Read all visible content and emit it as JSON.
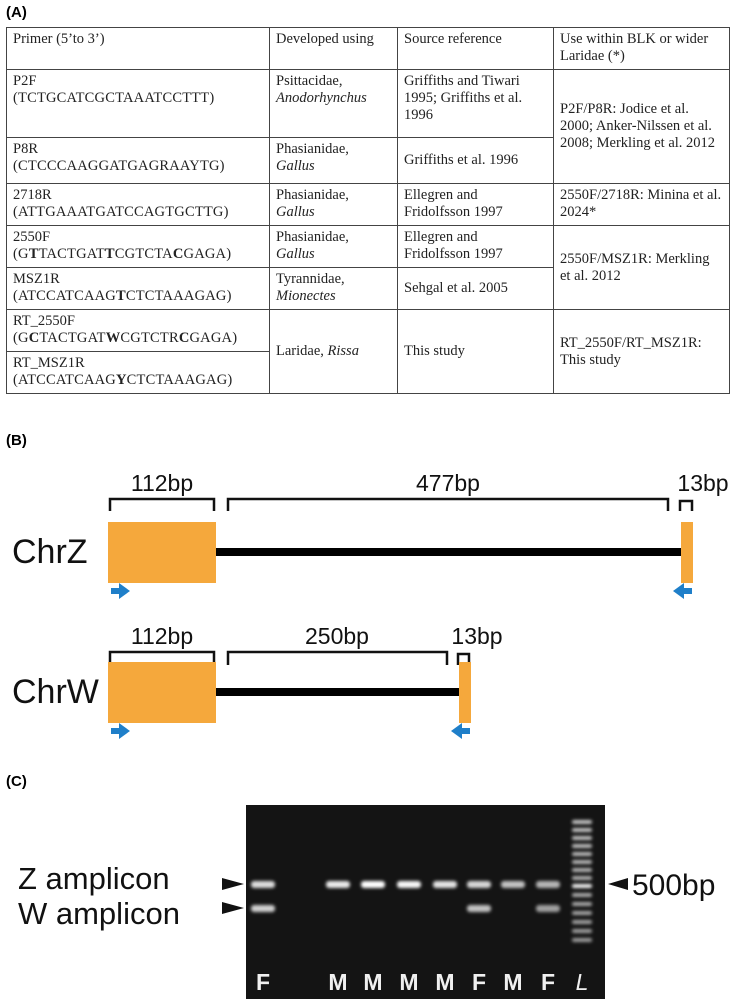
{
  "panels": {
    "a": "(A)",
    "b": "(B)",
    "c": "(C)"
  },
  "table": {
    "headers": [
      "Primer (5’to 3’)",
      "Developed using",
      "Source reference",
      "Use within BLK or wider Laridae (*)"
    ],
    "rows": [
      {
        "name": "P2F",
        "seq": "(TCTGCATCGCTAAATCCTTT)",
        "family": "Psittacidae,",
        "genus": "Anodorhynchus",
        "ref": "Griffiths and Tiwari 1995; Griffiths et al. 1996"
      },
      {
        "name": "P8R",
        "seq": "(CTCCCAAGGATGAGRAAYTG)",
        "family": "Phasianidae,",
        "genus": "Gallus",
        "ref": "Griffiths et al. 1996"
      },
      {
        "name": "2718R",
        "seq": "(ATTGAAATGATCCAGTGCTTG)",
        "family": "Phasianidae,",
        "genus": "Gallus",
        "ref": "Ellegren and Fridolfsson 1997"
      },
      {
        "name": "2550F",
        "seq": "(GTTACTGATTCGTCTACGAGA)",
        "family": "Phasianidae,",
        "genus": "Gallus",
        "ref": "Ellegren and Fridolfsson 1997"
      },
      {
        "name": "MSZ1R",
        "seq": "(ATCCATCAAGTCTCTAAAGAG)",
        "family": "Tyrannidae,",
        "genus": "Mionectes",
        "ref": "Sehgal et al. 2005"
      },
      {
        "name": "RT_2550F",
        "seq": "(GCTACTGATWCGTCTRCGAGA)"
      },
      {
        "name": "RT_MSZ1R",
        "seq": "(ATCCATCAAGYCTCTAAAGAG)"
      }
    ],
    "rt_family": "Laridae,",
    "rt_genus": "Rissa",
    "rt_ref": "This study",
    "use_p2f_p8r": "P2F/P8R: Jodice et al. 2000; Anker-Nilssen et al. 2008; Merkling et al. 2012",
    "use_2550_2718": "2550F/2718R: Minina et al. 2024*",
    "use_2550_msz1r": "2550F/MSZ1R: Merkling et al. 2012",
    "use_rt": "RT_2550F/RT_MSZ1R: This study"
  },
  "diagram": {
    "z_label": "ChrZ",
    "w_label": "ChrW",
    "z_segments": [
      "112bp",
      "477bp",
      "13bp"
    ],
    "w_segments": [
      "112bp",
      "250bp",
      "13bp"
    ],
    "exon_color": "#f5a83c",
    "arrow_color": "#1f7fc9"
  },
  "gel": {
    "z_label": "Z amplicon",
    "w_label": "W amplicon",
    "marker_label": "500bp",
    "lanes": [
      "F",
      "",
      "M",
      "M",
      "M",
      "M",
      "F",
      "M",
      "F",
      "L"
    ]
  }
}
